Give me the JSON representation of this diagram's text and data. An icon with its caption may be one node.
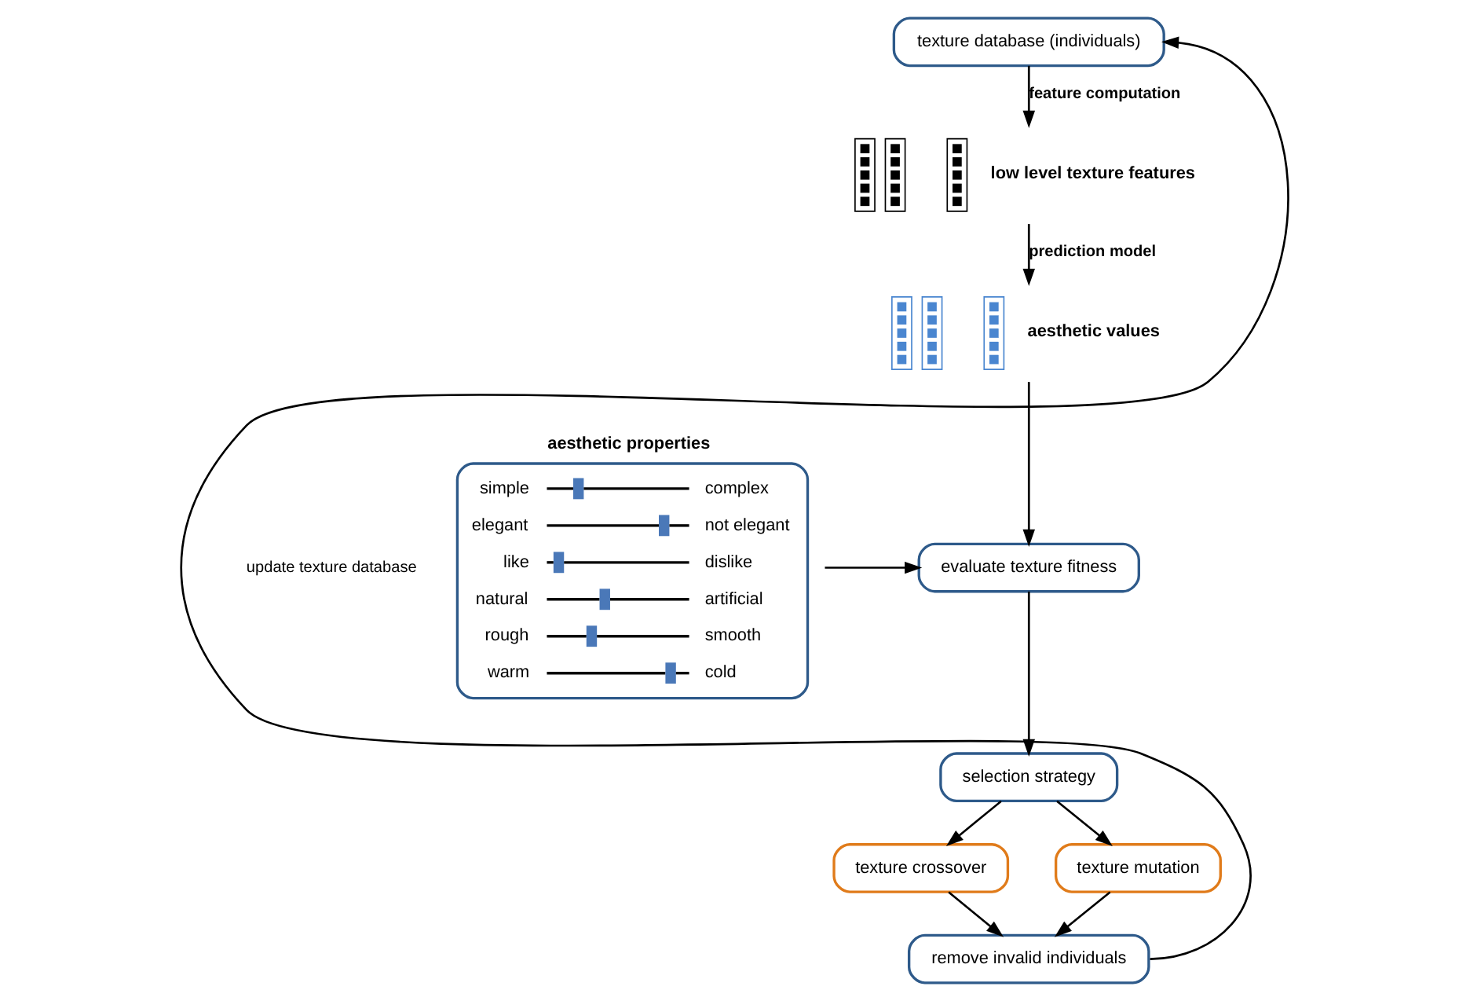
{
  "diagram": {
    "nodes": [
      {
        "text": [
          "texture database (individuals)"
        ]
      },
      {
        "text": [],
        "shape": "picture",
        "beside": [
          "low level texture features"
        ]
      },
      {
        "text": [],
        "shape": "picture",
        "beside": [
          "aesthetic values"
        ]
      },
      {
        "text": [
          "aesthetic properties",
          "simple",
          "complex",
          "elegant",
          "not elegant",
          "like",
          "dislike",
          "natural",
          "artificial",
          "rough",
          "smooth",
          "warm",
          "cold"
        ]
      },
      {
        "text": [
          "evaluate texture fitness"
        ]
      },
      {
        "text": [
          "selection strategy"
        ]
      },
      {
        "text": [
          "texture crossover"
        ]
      },
      {
        "text": [
          "texture mutation"
        ]
      },
      {
        "text": [
          "remove invalid individuals"
        ]
      }
    ],
    "edges": [
      {
        "from": 0,
        "to": 1,
        "arrow": "to",
        "label": "feature computation"
      },
      {
        "from": 1,
        "to": 2,
        "arrow": "to",
        "label": "prediction model"
      },
      {
        "from": 2,
        "to": 4,
        "arrow": "to"
      },
      {
        "from": 3,
        "to": 4,
        "arrow": "to"
      },
      {
        "from": 4,
        "to": 5,
        "arrow": "to"
      },
      {
        "from": 5,
        "to": 6,
        "arrow": "to"
      },
      {
        "from": 5,
        "to": 7,
        "arrow": "to"
      },
      {
        "from": 6,
        "to": 8,
        "arrow": "to"
      },
      {
        "from": 7,
        "to": 8,
        "arrow": "to"
      },
      {
        "from": 8,
        "to": 0,
        "arrow": "to",
        "label": "update texture database"
      }
    ]
  }
}
